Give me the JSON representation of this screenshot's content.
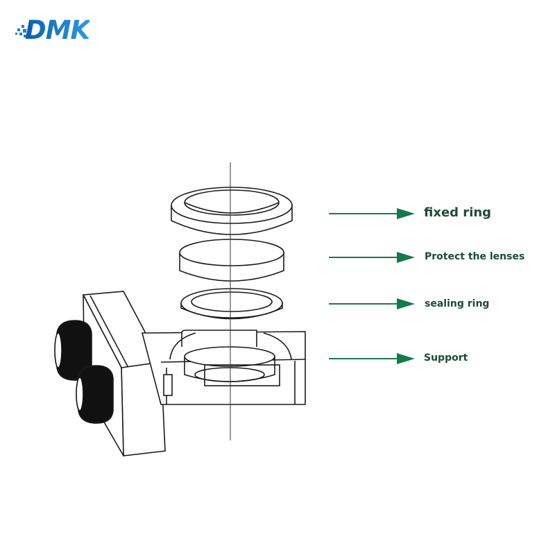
{
  "logo": {
    "text": "DMK",
    "colors": [
      "#0a5fb0",
      "#2c9ae2"
    ]
  },
  "accent_color": "#157a4a",
  "label_color": "#1d4a35",
  "labels": {
    "fixed_ring": "fixed ring",
    "protect_lenses": "Protect the lenses",
    "sealing_ring": "sealing ring",
    "support": "Support"
  }
}
